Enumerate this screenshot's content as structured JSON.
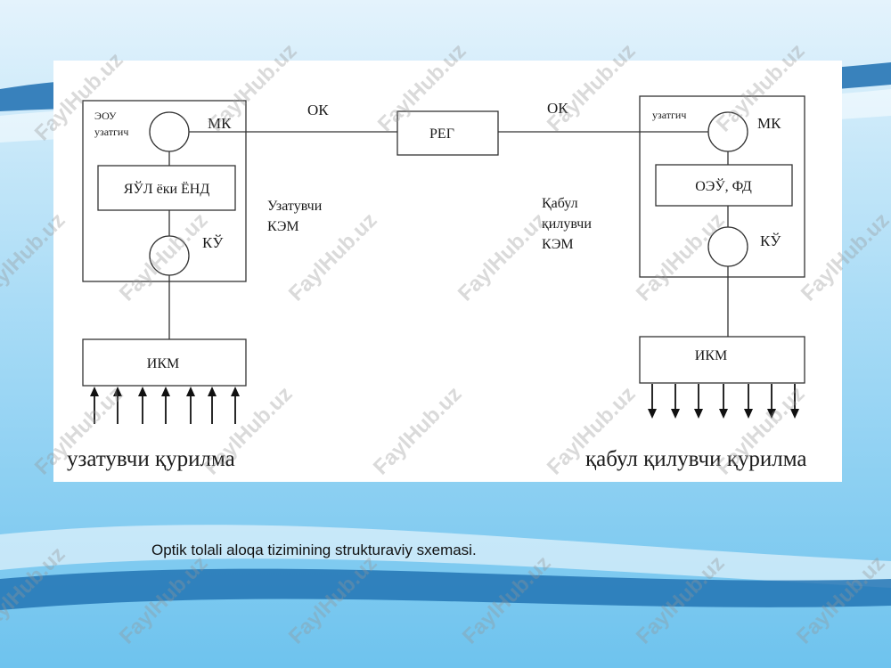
{
  "diagram": {
    "tx_box_label_top": "ЭОУ",
    "tx_box_label_bottom": "узатгич",
    "tx_mk": "МК",
    "tx_encoder": "ЯЎЛ ёки ЁНД",
    "tx_ku": "КЎ",
    "tx_ikm": "ИКМ",
    "ok_left": "ОК",
    "reg": "РЕГ",
    "ok_right": "ОК",
    "tx_kem_line1": "Узатувчи",
    "tx_kem_line2": "КЭМ",
    "rx_kem_line1": "Қабул",
    "rx_kem_line2": "қилувчи",
    "rx_kem_line3": "КЭМ",
    "rx_box_label": "узатгич",
    "rx_mk": "МК",
    "rx_decoder": "ОЭЎ, ФД",
    "rx_ku": "КЎ",
    "rx_ikm": "ИКМ",
    "tx_device": "узатувчи қурилма",
    "rx_device": "қабул қилувчи қурилма"
  },
  "caption": "Optik tolali aloqa tizimining strukturaviy sxemasi.",
  "watermark": "FaylHub.uz",
  "colors": {
    "sky_light": "#d6eefb",
    "sky_mid": "#8fd0f3",
    "band_blue": "#1d6fb0",
    "line": "#333333"
  }
}
